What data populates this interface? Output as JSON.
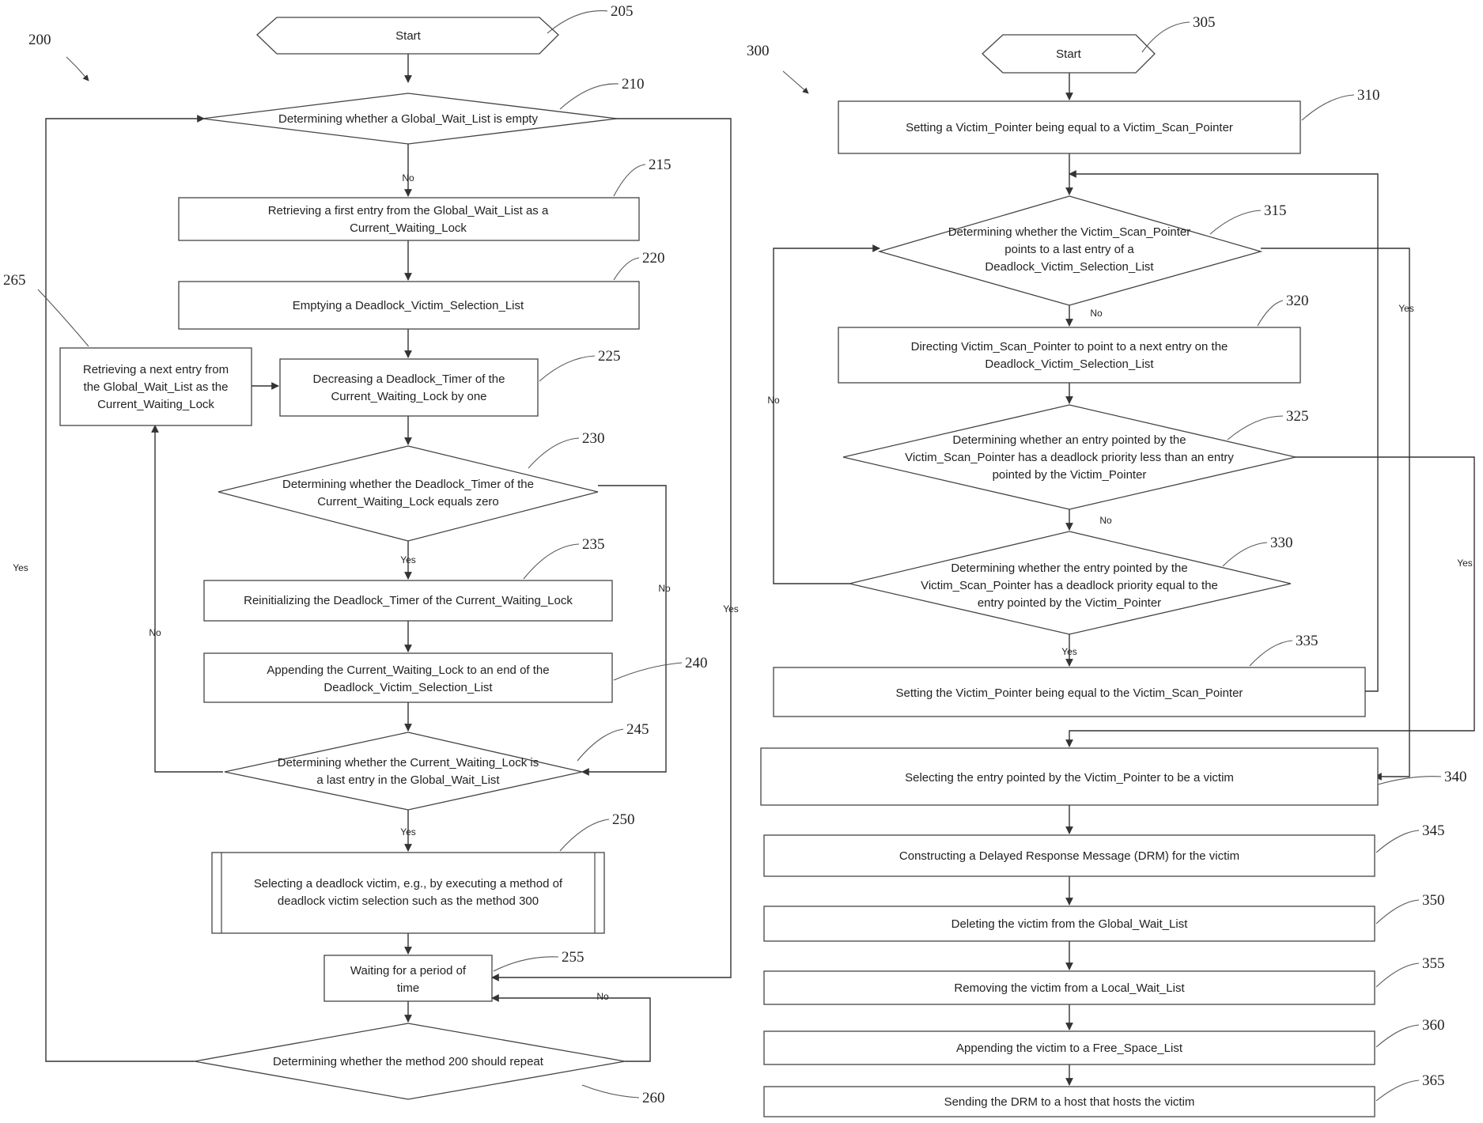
{
  "nodes": {
    "n205": "Start",
    "n210": "Determining whether a Global_Wait_List is empty",
    "n215a": "Retrieving a first entry from the Global_Wait_List as a",
    "n215b": "Current_Waiting_Lock",
    "n220": "Emptying a Deadlock_Victim_Selection_List",
    "n225a": "Decreasing a Deadlock_Timer of the",
    "n225b": "Current_Waiting_Lock by one",
    "n230a": "Determining whether the Deadlock_Timer of the",
    "n230b": "Current_Waiting_Lock equals zero",
    "n235": "Reinitializing the Deadlock_Timer of the Current_Waiting_Lock",
    "n240a": "Appending the Current_Waiting_Lock to an end of the",
    "n240b": "Deadlock_Victim_Selection_List",
    "n245a": "Determining whether the Current_Waiting_Lock is",
    "n245b": "a last entry in the Global_Wait_List",
    "n250a": "Selecting a deadlock victim, e.g., by executing a method of",
    "n250b": "deadlock victim selection such as the method 300",
    "n255a": "Waiting for a period of",
    "n255b": "time",
    "n260": "Determining whether the method 200 should repeat",
    "n265a": "Retrieving a next entry from",
    "n265b": "the Global_Wait_List as the",
    "n265c": "Current_Waiting_Lock",
    "n305": "Start",
    "n310": "Setting a Victim_Pointer being equal to a Victim_Scan_Pointer",
    "n315a": "Determining whether the Victim_Scan_Pointer",
    "n315b": "points to a last entry of a",
    "n315c": "Deadlock_Victim_Selection_List",
    "n320a": "Directing Victim_Scan_Pointer to point to a next entry on the",
    "n320b": "Deadlock_Victim_Selection_List",
    "n325a": "Determining whether an entry pointed by the",
    "n325b": "Victim_Scan_Pointer has a deadlock priority less than an entry",
    "n325c": "pointed by the Victim_Pointer",
    "n330a": "Determining whether the entry pointed by the",
    "n330b": "Victim_Scan_Pointer has a deadlock priority equal to the",
    "n330c": "entry pointed by the Victim_Pointer",
    "n335": "Setting the Victim_Pointer being equal to the Victim_Scan_Pointer",
    "n340": "Selecting the entry pointed by the Victim_Pointer to be a victim",
    "n345": "Constructing a Delayed Response Message (DRM) for the victim",
    "n350": "Deleting the victim from the Global_Wait_List",
    "n355": "Removing the victim from a Local_Wait_List",
    "n360": "Appending the victim to a Free_Space_List",
    "n365": "Sending the DRM to a host that hosts the victim"
  },
  "edge_labels": {
    "no": "No",
    "yes": "Yes"
  },
  "refs": {
    "r200": "200",
    "r205": "205",
    "r210": "210",
    "r215": "215",
    "r220": "220",
    "r225": "225",
    "r230": "230",
    "r235": "235",
    "r240": "240",
    "r245": "245",
    "r250": "250",
    "r255": "255",
    "r260": "260",
    "r265": "265",
    "r300": "300",
    "r305": "305",
    "r310": "310",
    "r315": "315",
    "r320": "320",
    "r325": "325",
    "r330": "330",
    "r335": "335",
    "r340": "340",
    "r345": "345",
    "r350": "350",
    "r355": "355",
    "r360": "360",
    "r365": "365"
  }
}
